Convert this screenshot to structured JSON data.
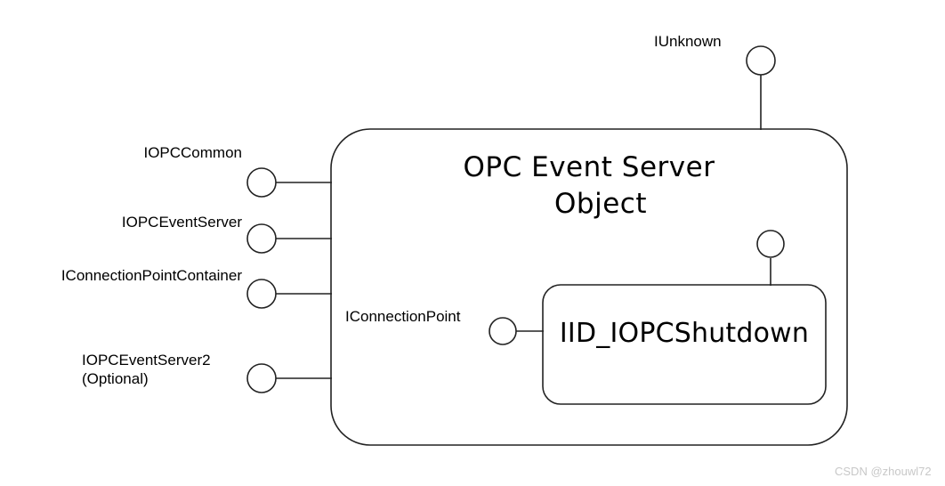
{
  "diagram": {
    "title_lines": [
      "OPC Event Server",
      "Object"
    ],
    "title_text": "OPC Event Server Object",
    "inner_box_label": "IID_IOPCShutdown",
    "interfaces": [
      {
        "id": "iopccommon",
        "label": "IOPCCommon"
      },
      {
        "id": "iopceventserver",
        "label": "IOPCEventServer"
      },
      {
        "id": "iconnectionpointcontainer",
        "label": "IConnectionPointContainer"
      },
      {
        "id": "iopceventserver2",
        "label": "IOPCEventServer2\n(Optional)"
      },
      {
        "id": "iunknown",
        "label": "IUnknown"
      },
      {
        "id": "iconnectionpoint",
        "label": "IConnectionPoint"
      }
    ],
    "labels": {
      "iopccommon": "IOPCCommon",
      "iopceventserver": "IOPCEventServer",
      "iconnectionpointcontainer": "IConnectionPointContainer",
      "iopceventserver2_line1": "IOPCEventServer2",
      "iopceventserver2_line2": "(Optional)",
      "iunknown": "IUnknown",
      "iconnectionpoint": "IConnectionPoint"
    },
    "watermark": "CSDN @zhouwl72",
    "colors": {
      "stroke": "#222222",
      "fill": "#ffffff",
      "text": "#000000",
      "watermark": "#c8c8c8"
    }
  }
}
